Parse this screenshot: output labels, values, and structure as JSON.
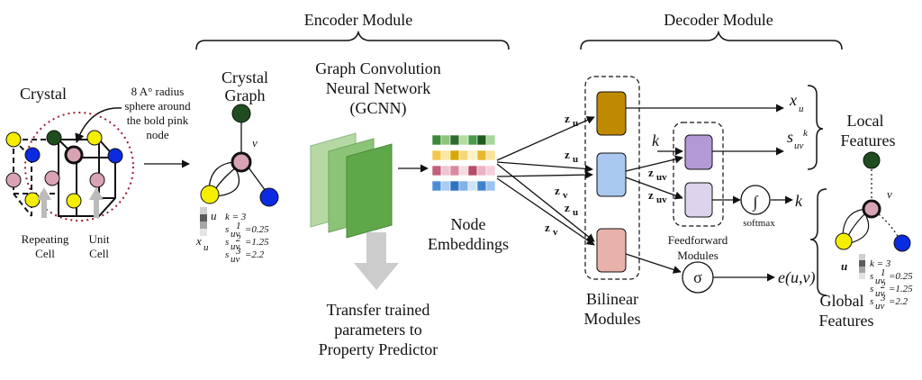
{
  "modules": {
    "encoder": "Encoder Module",
    "decoder": "Decoder Module"
  },
  "crystal": {
    "title": "Crystal",
    "sphere_note": [
      "8 A° radius",
      "sphere around",
      "the bold pink",
      "node"
    ],
    "repeating_cell": [
      "Repeating",
      "Cell"
    ],
    "unit_cell": [
      "Unit",
      "Cell"
    ]
  },
  "crystal_graph": {
    "title": [
      "Crystal",
      "Graph"
    ],
    "node_v": "v",
    "node_u": "u",
    "feature_x": "x",
    "feature_x_sub": "u",
    "k_line": "k = 3",
    "s_lines": [
      "s",
      "uv",
      "1",
      "=0.25",
      "2",
      "=1.25",
      "3",
      "=2.2"
    ]
  },
  "gcnn": {
    "title": [
      "Graph Convolution",
      "Neural Network",
      "(GCNN)"
    ],
    "transfer": [
      "Transfer trained",
      "parameters to",
      "Property Predictor"
    ]
  },
  "embeddings": {
    "title": [
      "Node",
      "Embeddings"
    ],
    "rows": [
      [
        "#3a8a3a",
        "#8cc47a",
        "#2e6b2e",
        "#b5dca0",
        "#4c9a4c",
        "#1f5a1f",
        "#a8d59a"
      ],
      [
        "#f2c94c",
        "#fbe7a3",
        "#d9a800",
        "#f5d77a",
        "#fff1c2",
        "#e7b82f",
        "#fae29a"
      ],
      [
        "#c0607a",
        "#f0c5d2",
        "#d98aa0",
        "#f7dbe3",
        "#b84c6a",
        "#eab3c3",
        "#f5d0dc"
      ],
      [
        "#4a8fd6",
        "#a9cdf2",
        "#2f74c0",
        "#7fb3e8",
        "#cde3f8",
        "#3c82cc",
        "#9cc4ef"
      ]
    ]
  },
  "bilinear": {
    "title": [
      "Bilinear",
      "Modules"
    ],
    "z_labels": [
      "z",
      "u",
      "z",
      "u",
      "z",
      "v",
      "z",
      "u",
      "z",
      "v"
    ]
  },
  "feedforward": {
    "title": [
      "Feedforward",
      "Modules"
    ],
    "k": "k",
    "zuv": [
      "z",
      "uv",
      "z",
      "uv"
    ]
  },
  "outputs": {
    "xu": "x",
    "xu_sub": "u",
    "suv": "s",
    "suv_sub": "uv",
    "suv_sup": "k",
    "k": "k",
    "softmax": "softmax",
    "integral": "∫",
    "sigma": "σ",
    "e": "e(u,v)"
  },
  "right": {
    "local": [
      "Local",
      "Features"
    ],
    "global": [
      "Global",
      "Features"
    ],
    "node_v": "v",
    "node_u": "u",
    "k_line": "k = 3",
    "s_lines": [
      "s",
      "uv",
      "1",
      "=0.25",
      "2",
      "=1.25",
      "3",
      "=2.2"
    ]
  },
  "colors": {
    "green_node": "#1f4d1f",
    "pink_node": "#d9a3b4",
    "yellow_node": "#f5ee00",
    "blue_node": "#0a2be0",
    "bilinear_top": "#c08a00",
    "bilinear_mid": "#a9c8f0",
    "bilinear_bot": "#e8b2aa",
    "ff_top": "#b39ad6",
    "ff_bot": "#ddd3ec",
    "gcnn_light": "#b6d9a4",
    "gcnn_mid": "#8cc477",
    "gcnn_dark": "#5fa84a",
    "arrow_gray": "#cccccc",
    "sphere_red": "#9b1b30"
  }
}
